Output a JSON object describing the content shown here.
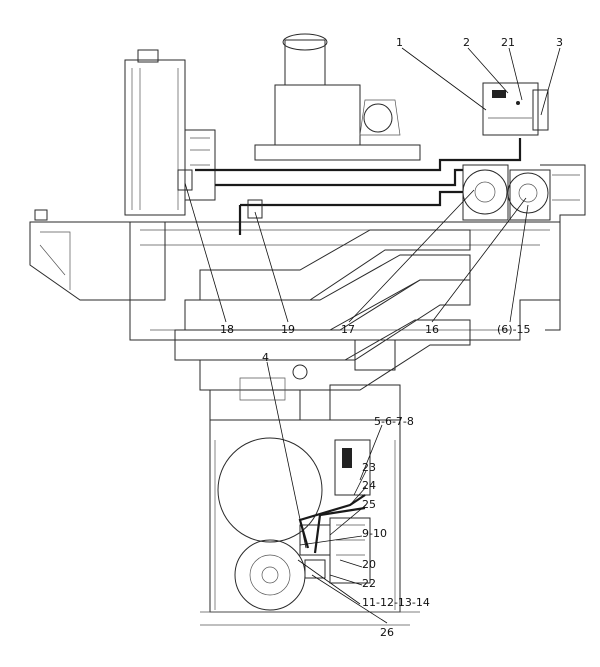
{
  "callouts": [
    {
      "id": "c1",
      "text": "1"
    },
    {
      "id": "c2",
      "text": "2"
    },
    {
      "id": "c21",
      "text": "21"
    },
    {
      "id": "c3",
      "text": "3"
    },
    {
      "id": "c18",
      "text": "18"
    },
    {
      "id": "c19",
      "text": "19"
    },
    {
      "id": "c17",
      "text": "17"
    },
    {
      "id": "c16",
      "text": "16"
    },
    {
      "id": "c615",
      "text": "(6)-15"
    },
    {
      "id": "c4",
      "text": "4"
    },
    {
      "id": "c5678",
      "text": "5-6-7-8"
    },
    {
      "id": "c23",
      "text": "23"
    },
    {
      "id": "c24",
      "text": "24"
    },
    {
      "id": "c25",
      "text": "25"
    },
    {
      "id": "c910",
      "text": "9-10"
    },
    {
      "id": "c20",
      "text": "20"
    },
    {
      "id": "c22",
      "text": "22"
    },
    {
      "id": "c11121314",
      "text": "11-12-13-14"
    },
    {
      "id": "c26",
      "text": "26"
    }
  ],
  "colors": {
    "line": "#2a2a2a",
    "background": "#ffffff"
  }
}
